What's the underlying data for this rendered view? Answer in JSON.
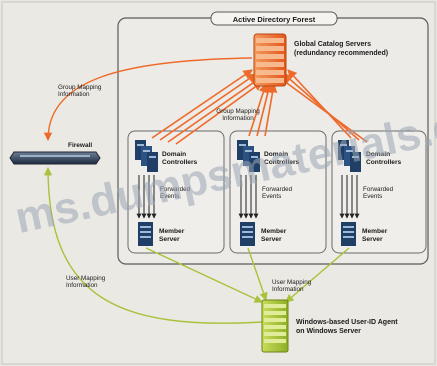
{
  "forest_title": "Active Directory Forest",
  "global_catalog": {
    "line1": "Global Catalog Servers",
    "line2": "(redundancy recommended)"
  },
  "group_mapping_center": {
    "line1": "Group Mapping",
    "line2": "Information"
  },
  "group_mapping_left": {
    "line1": "Group Mapping",
    "line2": "Information"
  },
  "firewall": "Firewall",
  "domains": [
    {
      "dc_line1": "Domain",
      "dc_line2": "Controllers",
      "events_line1": "Forwarded",
      "events_line2": "Events",
      "member_line1": "Member",
      "member_line2": "Server"
    },
    {
      "dc_line1": "Domain",
      "dc_line2": "Controllers",
      "events_line1": "Forwarded",
      "events_line2": "Events",
      "member_line1": "Member",
      "member_line2": "Server"
    },
    {
      "dc_line1": "Domain",
      "dc_line2": "Controllers",
      "events_line1": "Forwarded",
      "events_line2": "Events",
      "member_line1": "Member",
      "member_line2": "Server"
    }
  ],
  "user_mapping_left": {
    "line1": "User Mapping",
    "line2": "Information"
  },
  "user_mapping_center": {
    "line1": "User Mapping",
    "line2": "Information"
  },
  "agent": {
    "line1": "Windows-based User-ID Agent",
    "line2": "on Windows Server"
  },
  "watermark": "ms.dumpsmaterials.com",
  "colors": {
    "orange": "#ee6a2a",
    "green": "#a8c23a",
    "server_blue": "#1f3f66",
    "box_stroke": "#5a5a5a"
  }
}
